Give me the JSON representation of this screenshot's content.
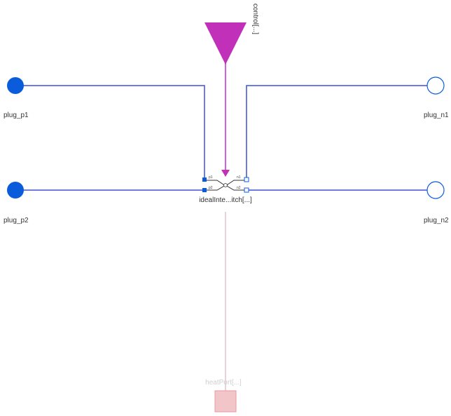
{
  "colors": {
    "wire": "#3f51d6",
    "plug_fill": "#0b5cdb",
    "control_line": "#d060e0",
    "control_triangle": "#c030b8",
    "heat_port_line": "#e8d4d8",
    "heat_port_fill": "#f2c6c8",
    "heat_port_stroke": "#e89aa0",
    "switch_stroke": "#333333"
  },
  "labels": {
    "plug_p1": "plug_p1",
    "plug_p2": "plug_p2",
    "plug_n1": "plug_n1",
    "plug_n2": "plug_n2",
    "control": "control[...]",
    "heat_port": "heatPort[...]",
    "switch": "idealInte...itch[...]"
  },
  "pins": {
    "p1": "p1",
    "p2": "p2",
    "n1": "n1",
    "n2": "n2"
  },
  "icons": {
    "plug_p": "filled-circle-connector",
    "plug_n": "hollow-circle-connector",
    "control": "triangle-input-connector",
    "heat_port": "square-heat-port-connector"
  }
}
